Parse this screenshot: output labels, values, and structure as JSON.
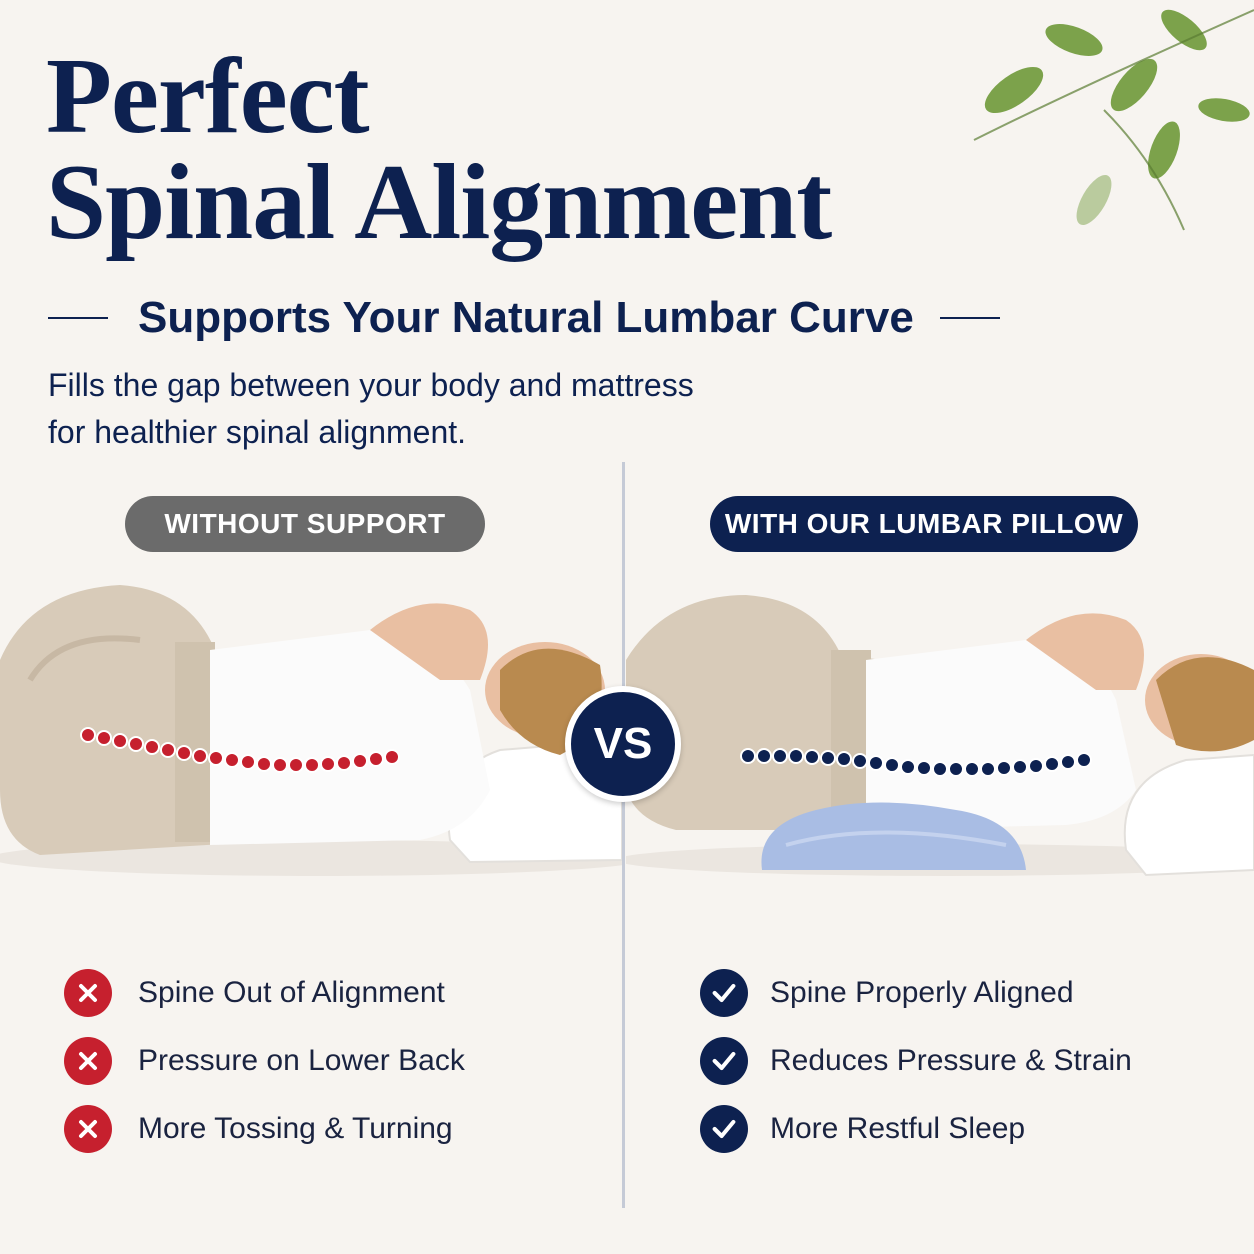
{
  "header": {
    "title_line1": "Perfect",
    "title_line2": "Spinal Alignment",
    "subtitle": "Supports Your Natural Lumbar Curve",
    "description_line1": "Fills the gap between your body and mattress",
    "description_line2": "for healthier spinal alignment."
  },
  "comparison": {
    "left_label": "WITHOUT SUPPORT",
    "right_label": "WITH OUR LUMBAR PILLOW",
    "vs_label": "VS"
  },
  "left_list": [
    {
      "label": "Spine Out of Alignment",
      "icon": "x-icon"
    },
    {
      "label": "Pressure on Lower Back",
      "icon": "x-icon"
    },
    {
      "label": "More Tossing & Turning",
      "icon": "x-icon"
    }
  ],
  "right_list": [
    {
      "label": "Spine Properly Aligned",
      "icon": "check-icon"
    },
    {
      "label": "Reduces Pressure & Strain",
      "icon": "check-icon"
    },
    {
      "label": "More Restful Sleep",
      "icon": "check-icon"
    }
  ],
  "colors": {
    "navy": "#0d2150",
    "red": "#c6202e",
    "gray_pill": "#6b6b6b",
    "background": "#f7f4f0",
    "pillow_blue": "#a9bde4"
  }
}
